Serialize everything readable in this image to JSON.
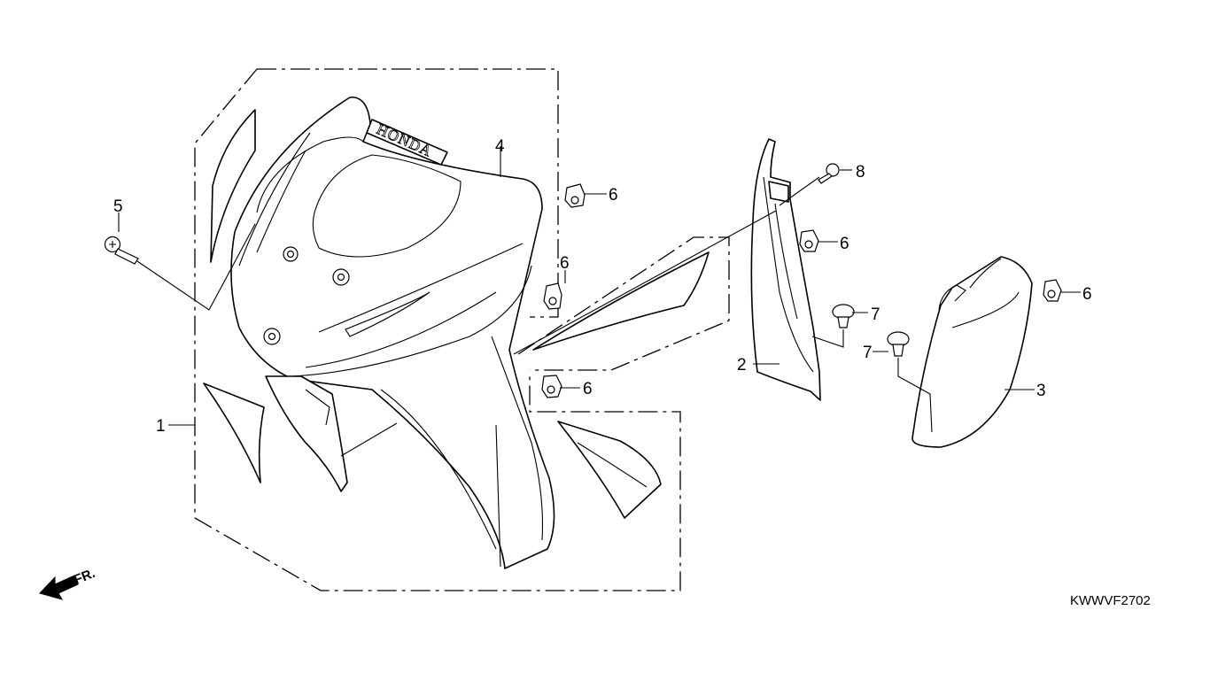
{
  "callouts": {
    "c1": "1",
    "c2": "2",
    "c3": "3",
    "c4": "4",
    "c5": "5",
    "c6a": "6",
    "c6b": "6",
    "c6c": "6",
    "c6d": "6",
    "c6e": "6",
    "c7a": "7",
    "c7b": "7",
    "c8": "8"
  },
  "brand_text": "HONDA",
  "direction_label": "FR.",
  "diagram_code": "KWWVF2702"
}
